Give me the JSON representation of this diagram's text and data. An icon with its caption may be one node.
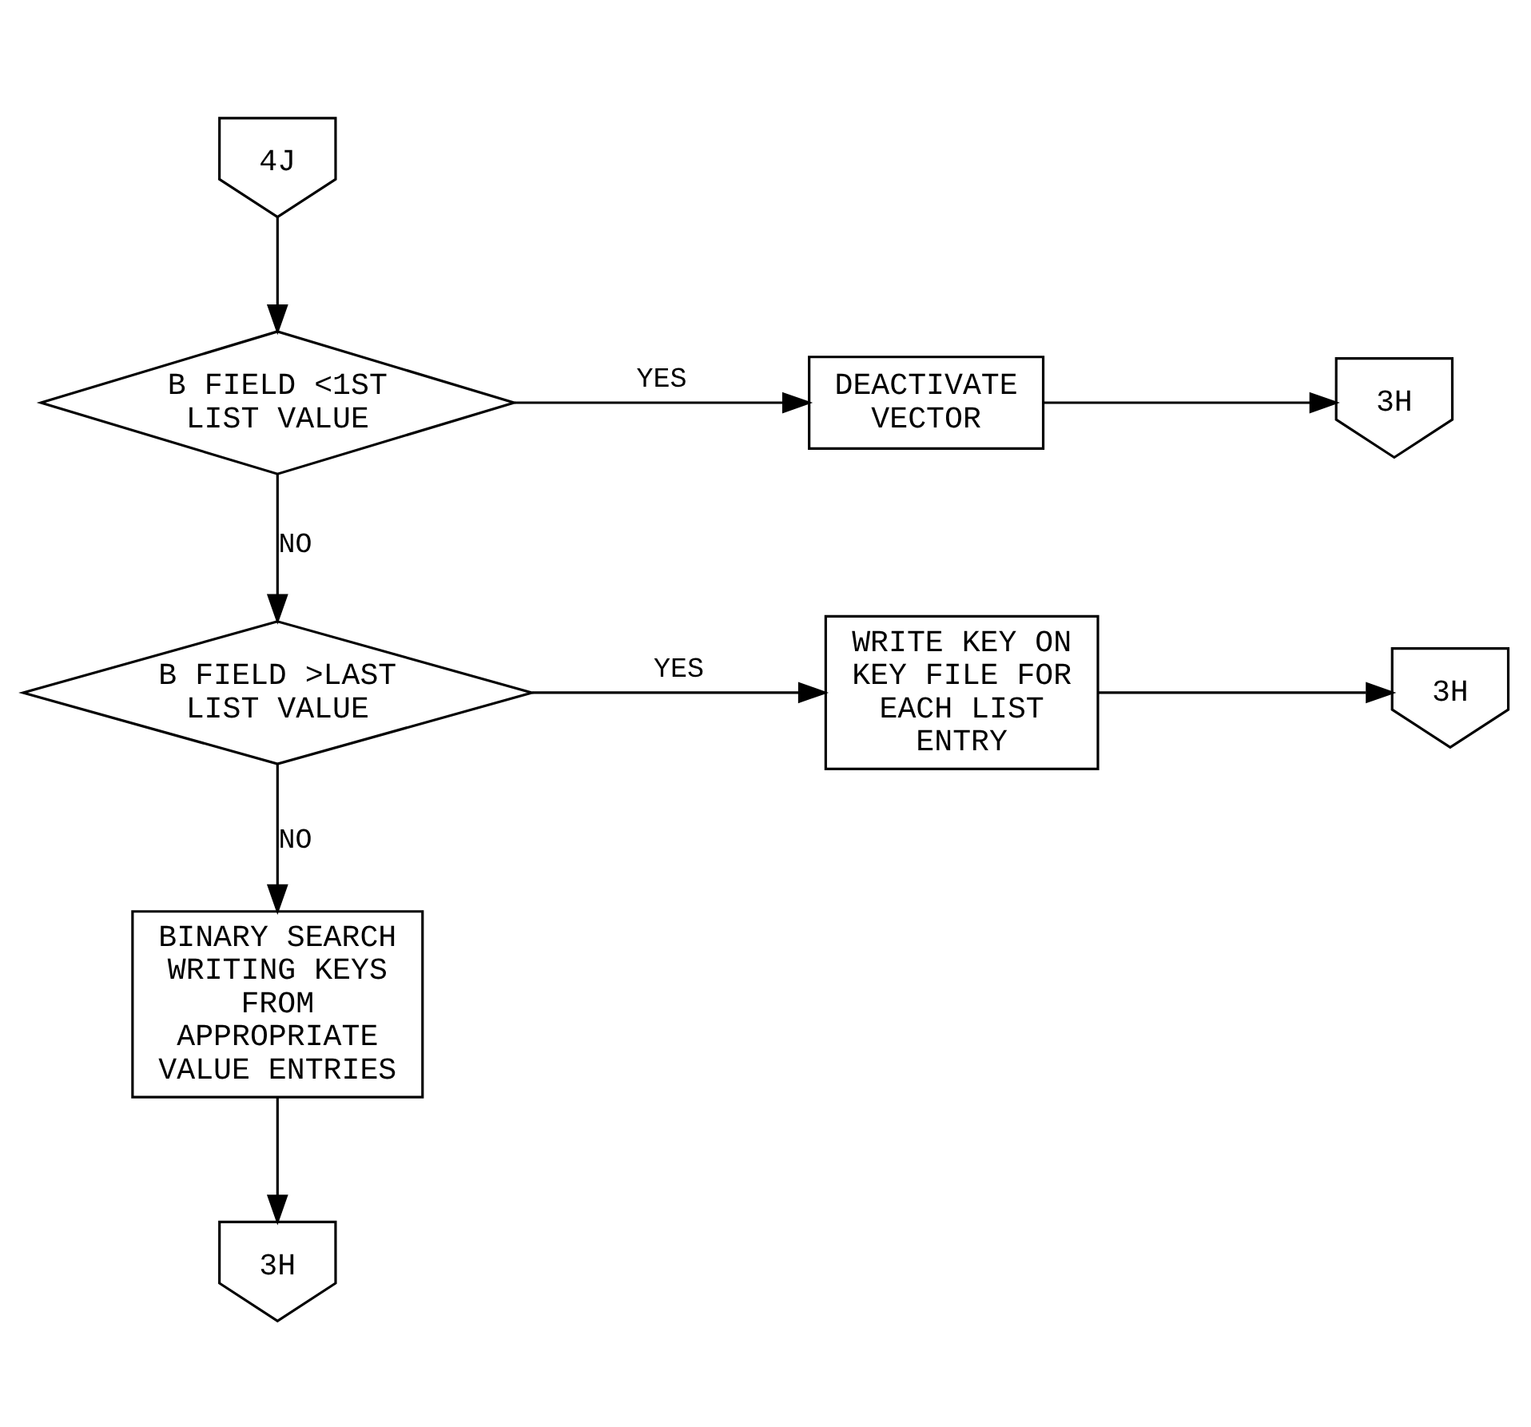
{
  "diagram": {
    "nodes": [
      {
        "text": [
          "4J"
        ]
      },
      {
        "text": [
          "B FIELD <1ST LIST VALUE"
        ]
      },
      {
        "text": [
          "DEACTIVATE VECTOR"
        ]
      },
      {
        "text": [
          "3H"
        ]
      },
      {
        "text": [
          "B FIELD >LAST LIST VALUE"
        ]
      },
      {
        "text": [
          "WRITE KEY ON KEY FILE FOR EACH LIST ENTRY"
        ]
      },
      {
        "text": [
          "3H"
        ]
      },
      {
        "text": [
          "BINARY SEARCH WRITING KEYS FROM APPROPRIATE VALUE ENTRIES"
        ]
      },
      {
        "text": [
          "3H"
        ]
      }
    ],
    "edges": [
      {
        "from": 0,
        "to": 1,
        "arrow": "to"
      },
      {
        "from": 1,
        "to": 2,
        "arrow": "to",
        "label": "YES"
      },
      {
        "from": 2,
        "to": 3,
        "arrow": "to"
      },
      {
        "from": 1,
        "to": 4,
        "arrow": "to",
        "label": "NO"
      },
      {
        "from": 4,
        "to": 5,
        "arrow": "to",
        "label": "YES"
      },
      {
        "from": 5,
        "to": 6,
        "arrow": "to"
      },
      {
        "from": 4,
        "to": 7,
        "arrow": "to",
        "label": "NO"
      },
      {
        "from": 7,
        "to": 8,
        "arrow": "to"
      }
    ]
  }
}
